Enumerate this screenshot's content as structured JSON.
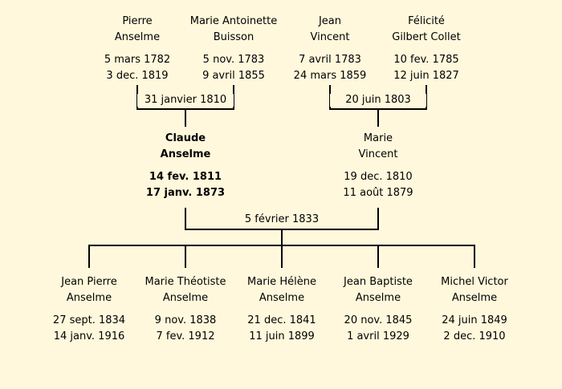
{
  "grandparents": {
    "pierre": {
      "first": "Pierre",
      "last": "Anselme",
      "birth": "5 mars 1782",
      "death": "3 dec. 1819"
    },
    "marie_antoinette": {
      "first": "Marie Antoinette",
      "last": "Buisson",
      "birth": "5 nov. 1783",
      "death": "9 avril 1855"
    },
    "jean": {
      "first": "Jean",
      "last": "Vincent",
      "birth": "7 avril 1783",
      "death": "24 mars 1859"
    },
    "felicite": {
      "first": "Félicité",
      "last": "Gilbert Collet",
      "birth": "10 fev. 1785",
      "death": "12 juin 1827"
    }
  },
  "marriages": {
    "paternal": "31 janvier 1810",
    "maternal": "20 juin 1803",
    "parents": "5 février 1833"
  },
  "parents": {
    "claude": {
      "first": "Claude",
      "last": "Anselme",
      "birth": "14 fev. 1811",
      "death": "17 janv. 1873"
    },
    "marie": {
      "first": "Marie",
      "last": "Vincent",
      "birth": "19 dec. 1810",
      "death": "11 août 1879"
    }
  },
  "children": [
    {
      "first": "Jean Pierre",
      "last": "Anselme",
      "birth": "27 sept. 1834",
      "death": "14 janv. 1916"
    },
    {
      "first": "Marie Théotiste",
      "last": "Anselme",
      "birth": "9 nov. 1838",
      "death": "7 fev. 1912"
    },
    {
      "first": "Marie Hélène",
      "last": "Anselme",
      "birth": "21 dec. 1841",
      "death": "11 juin 1899"
    },
    {
      "first": "Jean Baptiste",
      "last": "Anselme",
      "birth": "20 nov. 1845",
      "death": "1 avril 1929"
    },
    {
      "first": "Michel Victor",
      "last": "Anselme",
      "birth": "24 juin 1849",
      "death": "2 dec. 1910"
    }
  ]
}
